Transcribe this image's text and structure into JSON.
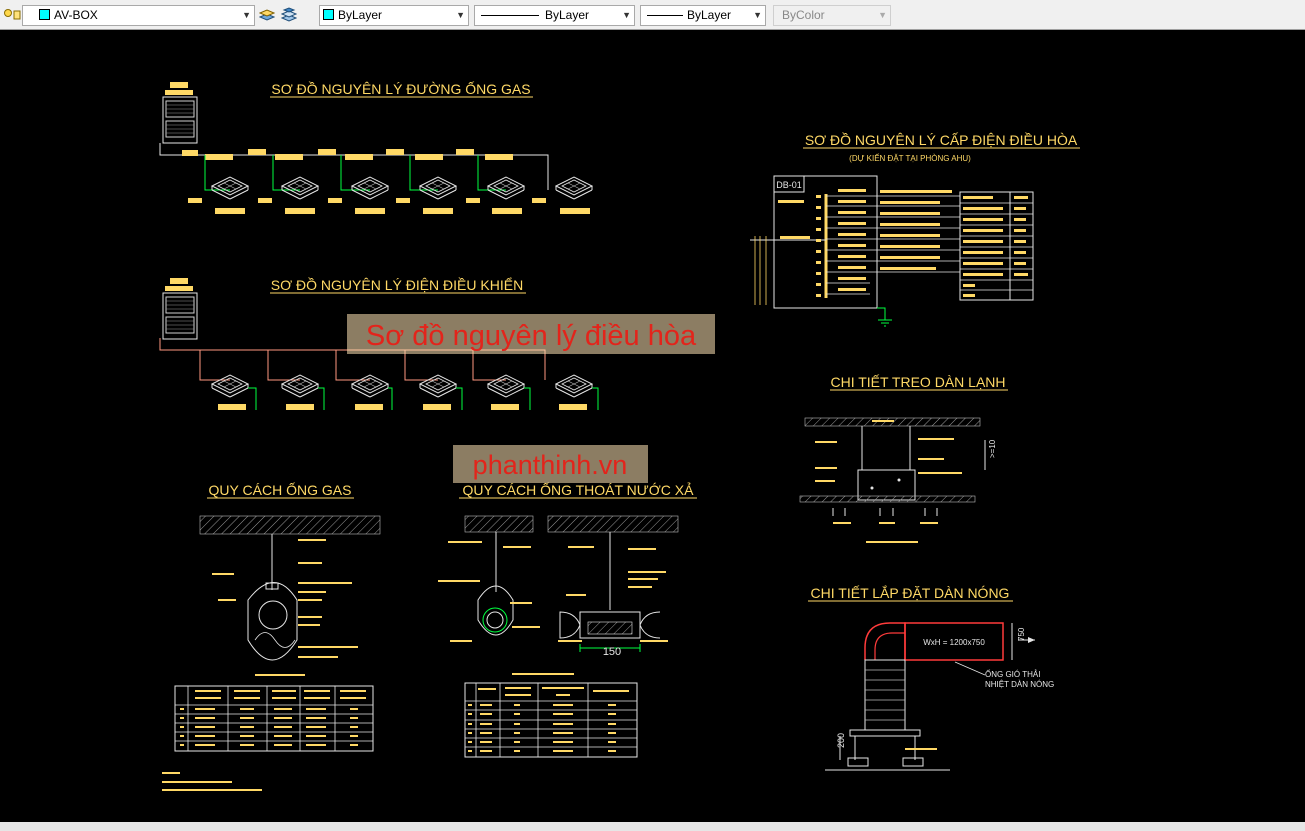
{
  "toolbar": {
    "layer_name": "AV-BOX",
    "color": "ByLayer",
    "linetype": "ByLayer",
    "lineweight": "ByLayer",
    "plotstyle": "ByColor",
    "layer_color": "#00ffff"
  },
  "drawing": {
    "gas_title": "SƠ ĐỒ NGUYÊN LÝ ĐƯỜNG ỐNG GAS",
    "control_title": "SƠ ĐỒ NGUYÊN LÝ ĐIỆN ĐIỀU KHIỂN",
    "power_title": "SƠ ĐỒ NGUYÊN LÝ CẤP ĐIỆN ĐIỀU HÒA",
    "power_subtitle": "(DỰ KIẾN ĐẶT TẠI PHÒNG AHU)",
    "panel_label": "DB-01",
    "hanger_title": "CHI TIẾT TREO DÀN LẠNH",
    "outdoor_title": "CHI TIẾT LẮP ĐẶT DÀN NÓNG",
    "gas_spec_title": "QUY CÁCH ỐNG GAS",
    "drain_spec_title": "QUY CÁCH ỐNG THOÁT NƯỚC XẢ",
    "dim_150": "150",
    "dim_200": "200",
    "dim_750": "750",
    "dim_10": ">=10",
    "duct_label": "WxH = 1200x750",
    "duct_note_1": "ỐNG GIÓ THẢI",
    "duct_note_2": "NHIỆT DÀN NÓNG",
    "overlay_title": "Sơ đồ nguyên lý điều hòa",
    "overlay_site": "phanthinh.vn"
  }
}
